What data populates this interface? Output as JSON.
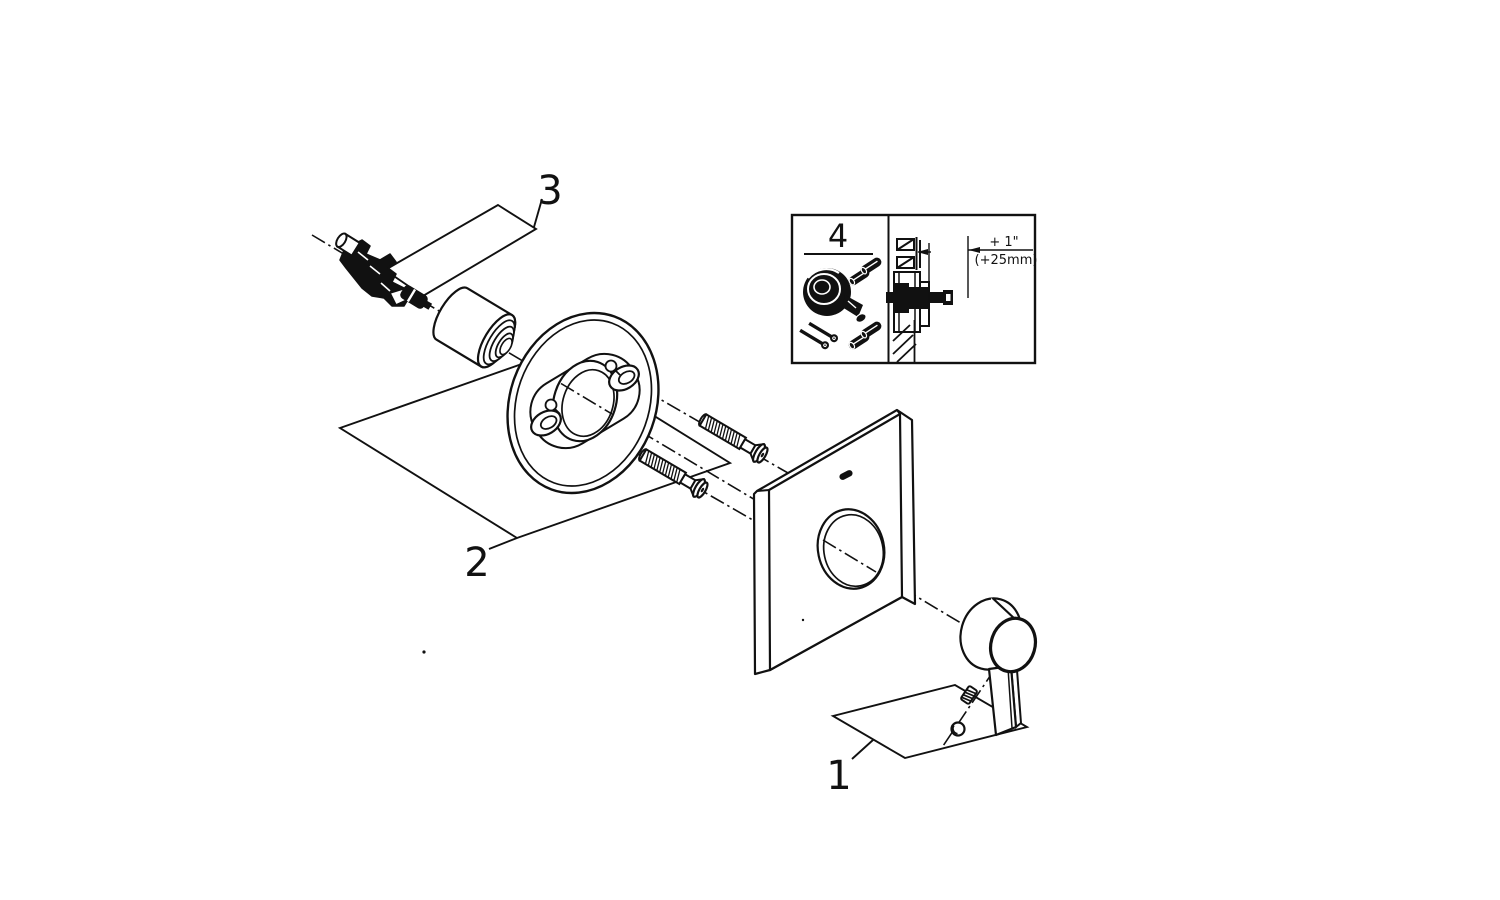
{
  "diagram": {
    "callout_1": "1",
    "callout_2": "2",
    "callout_3": "3",
    "inset_label": "4",
    "dimension_inch": "+ 1\"",
    "dimension_mm": "(+25mm)"
  },
  "colors": {
    "ink": "#111111",
    "background": "#ffffff"
  }
}
